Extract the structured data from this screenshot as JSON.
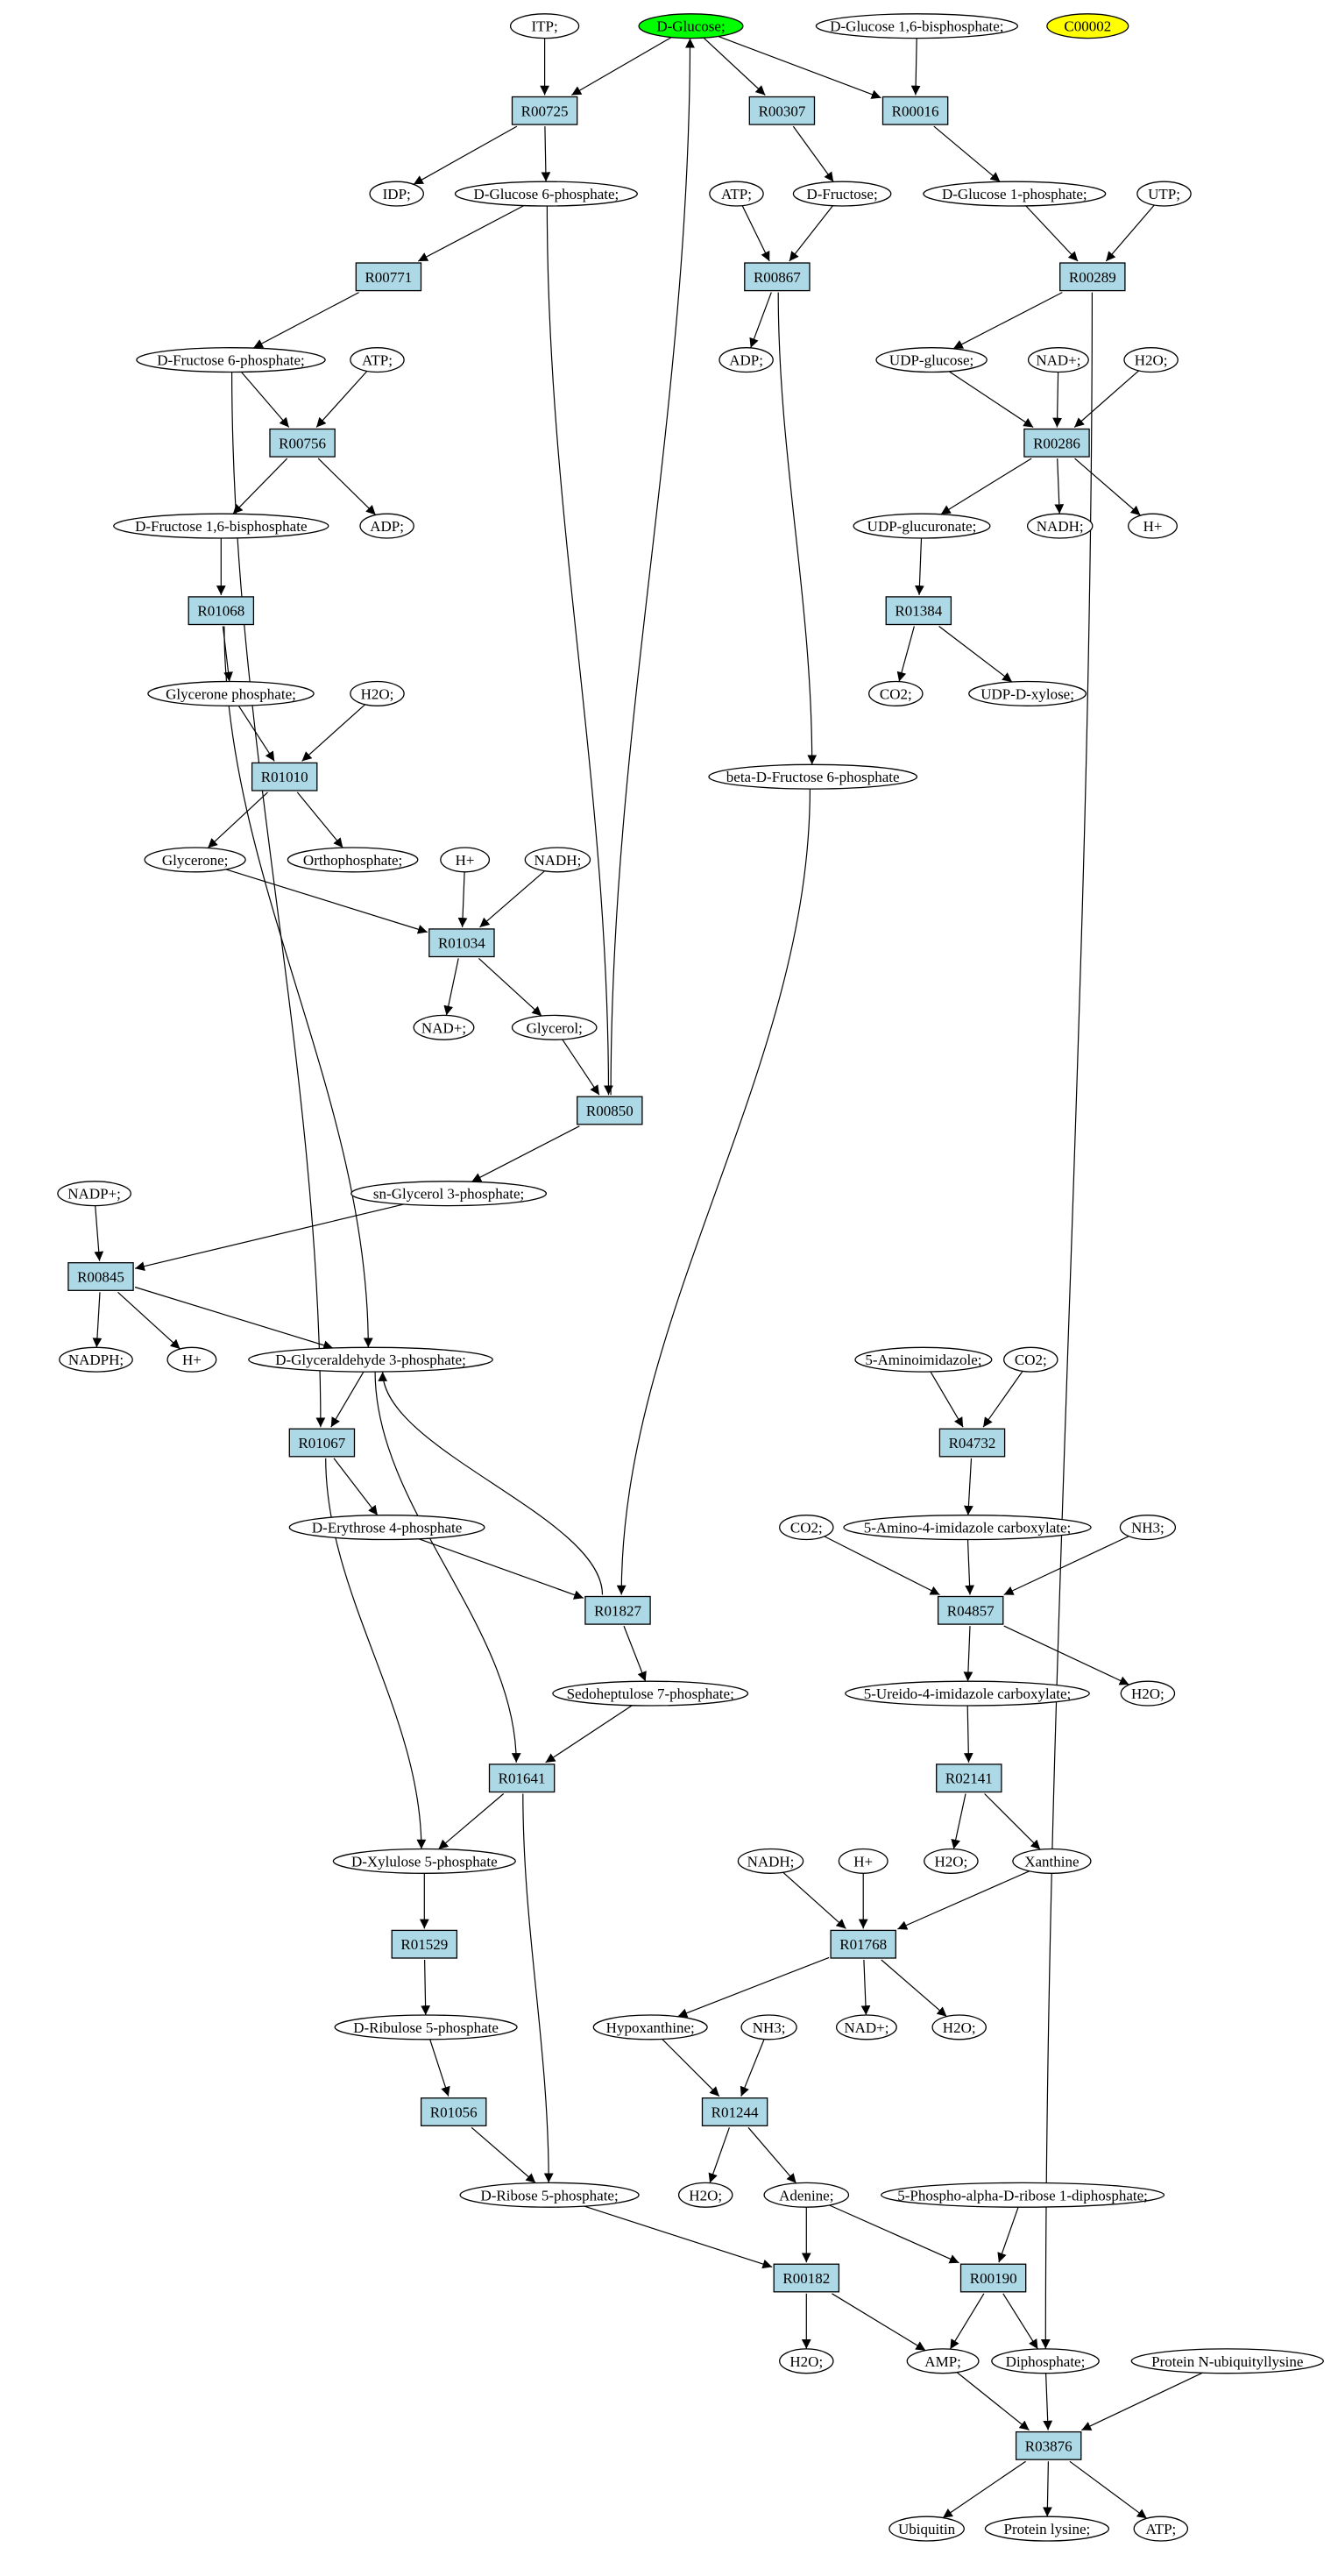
{
  "graph": {
    "colors": {
      "reaction_fill": "#add8e6",
      "compound_fill": "#ffffff",
      "start_fill": "#00ff00",
      "highlight_fill": "#ffff00",
      "stroke": "#000000"
    },
    "nodes": [
      {
        "id": "c_itp",
        "label": "ITP;",
        "kind": "compound"
      },
      {
        "id": "c_glucose",
        "label": "D-Glucose;",
        "kind": "start"
      },
      {
        "id": "c_g16bp",
        "label": "D-Glucose 1,6-bisphosphate;",
        "kind": "compound"
      },
      {
        "id": "c_c00002",
        "label": "C00002",
        "kind": "highlight"
      },
      {
        "id": "r_R00725",
        "label": "R00725",
        "kind": "reaction"
      },
      {
        "id": "r_R00307",
        "label": "R00307",
        "kind": "reaction"
      },
      {
        "id": "r_R00016",
        "label": "R00016",
        "kind": "reaction"
      },
      {
        "id": "c_idp",
        "label": "IDP;",
        "kind": "compound"
      },
      {
        "id": "c_g6p",
        "label": "D-Glucose 6-phosphate;",
        "kind": "compound"
      },
      {
        "id": "c_atp1",
        "label": "ATP;",
        "kind": "compound"
      },
      {
        "id": "c_fructose",
        "label": "D-Fructose;",
        "kind": "compound"
      },
      {
        "id": "c_g1p",
        "label": "D-Glucose 1-phosphate;",
        "kind": "compound"
      },
      {
        "id": "c_utp",
        "label": "UTP;",
        "kind": "compound"
      },
      {
        "id": "r_R00771",
        "label": "R00771",
        "kind": "reaction"
      },
      {
        "id": "r_R00867",
        "label": "R00867",
        "kind": "reaction"
      },
      {
        "id": "r_R00289",
        "label": "R00289",
        "kind": "reaction"
      },
      {
        "id": "c_f6p",
        "label": "D-Fructose 6-phosphate;",
        "kind": "compound"
      },
      {
        "id": "c_atp2",
        "label": "ATP;",
        "kind": "compound"
      },
      {
        "id": "c_adp1",
        "label": "ADP;",
        "kind": "compound"
      },
      {
        "id": "c_udpglc",
        "label": "UDP-glucose;",
        "kind": "compound"
      },
      {
        "id": "c_nad1",
        "label": "NAD+;",
        "kind": "compound"
      },
      {
        "id": "c_h2o1",
        "label": "H2O;",
        "kind": "compound"
      },
      {
        "id": "r_R00756",
        "label": "R00756",
        "kind": "reaction"
      },
      {
        "id": "r_R00286",
        "label": "R00286",
        "kind": "reaction"
      },
      {
        "id": "c_f16bp",
        "label": "D-Fructose 1,6-bisphosphate",
        "kind": "compound"
      },
      {
        "id": "c_adp2",
        "label": "ADP;",
        "kind": "compound"
      },
      {
        "id": "c_udpglcur",
        "label": "UDP-glucuronate;",
        "kind": "compound"
      },
      {
        "id": "c_nadh1",
        "label": "NADH;",
        "kind": "compound"
      },
      {
        "id": "c_h1",
        "label": "H+",
        "kind": "compound"
      },
      {
        "id": "r_R01068",
        "label": "R01068",
        "kind": "reaction"
      },
      {
        "id": "r_R01384",
        "label": "R01384",
        "kind": "reaction"
      },
      {
        "id": "c_gp",
        "label": "Glycerone phosphate;",
        "kind": "compound"
      },
      {
        "id": "c_h2o2",
        "label": "H2O;",
        "kind": "compound"
      },
      {
        "id": "c_co2a",
        "label": "CO2;",
        "kind": "compound"
      },
      {
        "id": "c_udpxyl",
        "label": "UDP-D-xylose;",
        "kind": "compound"
      },
      {
        "id": "r_R01010",
        "label": "R01010",
        "kind": "reaction"
      },
      {
        "id": "c_bf6p",
        "label": "beta-D-Fructose 6-phosphate",
        "kind": "compound"
      },
      {
        "id": "c_glycerone",
        "label": "Glycerone;",
        "kind": "compound"
      },
      {
        "id": "c_ortho",
        "label": "Orthophosphate;",
        "kind": "compound"
      },
      {
        "id": "c_h2",
        "label": "H+",
        "kind": "compound"
      },
      {
        "id": "c_nadh2",
        "label": "NADH;",
        "kind": "compound"
      },
      {
        "id": "r_R01034",
        "label": "R01034",
        "kind": "reaction"
      },
      {
        "id": "c_nad2",
        "label": "NAD+;",
        "kind": "compound"
      },
      {
        "id": "c_glycerol",
        "label": "Glycerol;",
        "kind": "compound"
      },
      {
        "id": "r_R00850",
        "label": "R00850",
        "kind": "reaction"
      },
      {
        "id": "c_nadp",
        "label": "NADP+;",
        "kind": "compound"
      },
      {
        "id": "c_sng3p",
        "label": "sn-Glycerol 3-phosphate;",
        "kind": "compound"
      },
      {
        "id": "r_R00845",
        "label": "R00845",
        "kind": "reaction"
      },
      {
        "id": "c_nadph",
        "label": "NADPH;",
        "kind": "compound"
      },
      {
        "id": "c_h3",
        "label": "H+",
        "kind": "compound"
      },
      {
        "id": "c_ga3p",
        "label": "D-Glyceraldehyde 3-phosphate;",
        "kind": "compound"
      },
      {
        "id": "c_5ai",
        "label": "5-Aminoimidazole;",
        "kind": "compound"
      },
      {
        "id": "c_co2b",
        "label": "CO2;",
        "kind": "compound"
      },
      {
        "id": "r_R01067",
        "label": "R01067",
        "kind": "reaction"
      },
      {
        "id": "r_R04732",
        "label": "R04732",
        "kind": "reaction"
      },
      {
        "id": "c_e4p",
        "label": "D-Erythrose 4-phosphate",
        "kind": "compound"
      },
      {
        "id": "c_co2c",
        "label": "CO2;",
        "kind": "compound"
      },
      {
        "id": "c_5a4ic",
        "label": "5-Amino-4-imidazole carboxylate;",
        "kind": "compound"
      },
      {
        "id": "c_nh3a",
        "label": "NH3;",
        "kind": "compound"
      },
      {
        "id": "r_R01827",
        "label": "R01827",
        "kind": "reaction"
      },
      {
        "id": "r_R04857",
        "label": "R04857",
        "kind": "reaction"
      },
      {
        "id": "c_s7p",
        "label": "Sedoheptulose 7-phosphate;",
        "kind": "compound"
      },
      {
        "id": "c_5u4ic",
        "label": "5-Ureido-4-imidazole carboxylate;",
        "kind": "compound"
      },
      {
        "id": "c_h2o3",
        "label": "H2O;",
        "kind": "compound"
      },
      {
        "id": "r_R01641",
        "label": "R01641",
        "kind": "reaction"
      },
      {
        "id": "r_R02141",
        "label": "R02141",
        "kind": "reaction"
      },
      {
        "id": "c_x5p",
        "label": "D-Xylulose 5-phosphate",
        "kind": "compound"
      },
      {
        "id": "c_nadh3",
        "label": "NADH;",
        "kind": "compound"
      },
      {
        "id": "c_h4",
        "label": "H+",
        "kind": "compound"
      },
      {
        "id": "c_h2o4",
        "label": "H2O;",
        "kind": "compound"
      },
      {
        "id": "c_xanthine",
        "label": "Xanthine",
        "kind": "compound"
      },
      {
        "id": "r_R01529",
        "label": "R01529",
        "kind": "reaction"
      },
      {
        "id": "r_R01768",
        "label": "R01768",
        "kind": "reaction"
      },
      {
        "id": "c_ru5p",
        "label": "D-Ribulose 5-phosphate",
        "kind": "compound"
      },
      {
        "id": "c_hypox",
        "label": "Hypoxanthine;",
        "kind": "compound"
      },
      {
        "id": "c_nh3b",
        "label": "NH3;",
        "kind": "compound"
      },
      {
        "id": "c_nad3",
        "label": "NAD+;",
        "kind": "compound"
      },
      {
        "id": "c_h2o5",
        "label": "H2O;",
        "kind": "compound"
      },
      {
        "id": "r_R01056",
        "label": "R01056",
        "kind": "reaction"
      },
      {
        "id": "r_R01244",
        "label": "R01244",
        "kind": "reaction"
      },
      {
        "id": "c_r5p",
        "label": "D-Ribose 5-phosphate;",
        "kind": "compound"
      },
      {
        "id": "c_h2o6",
        "label": "H2O;",
        "kind": "compound"
      },
      {
        "id": "c_adenine",
        "label": "Adenine;",
        "kind": "compound"
      },
      {
        "id": "c_prpp",
        "label": "5-Phospho-alpha-D-ribose 1-diphosphate;",
        "kind": "compound"
      },
      {
        "id": "r_R00182",
        "label": "R00182",
        "kind": "reaction"
      },
      {
        "id": "r_R00190",
        "label": "R00190",
        "kind": "reaction"
      },
      {
        "id": "c_h2o7",
        "label": "H2O;",
        "kind": "compound"
      },
      {
        "id": "c_amp",
        "label": "AMP;",
        "kind": "compound"
      },
      {
        "id": "c_ppi",
        "label": "Diphosphate;",
        "kind": "compound"
      },
      {
        "id": "c_pnul",
        "label": "Protein N-ubiquityllysine",
        "kind": "compound"
      },
      {
        "id": "r_R03876",
        "label": "R03876",
        "kind": "reaction"
      },
      {
        "id": "c_ubiq",
        "label": "Ubiquitin",
        "kind": "compound"
      },
      {
        "id": "c_plys",
        "label": "Protein lysine;",
        "kind": "compound"
      },
      {
        "id": "c_atp3",
        "label": "ATP;",
        "kind": "compound"
      }
    ],
    "edges": [
      [
        "c_itp",
        "r_R00725"
      ],
      [
        "c_glucose",
        "r_R00725"
      ],
      [
        "c_glucose",
        "r_R00307"
      ],
      [
        "c_glucose",
        "r_R00016"
      ],
      [
        "c_g16bp",
        "r_R00016"
      ],
      [
        "r_R00725",
        "c_idp"
      ],
      [
        "r_R00725",
        "c_g6p"
      ],
      [
        "r_R00307",
        "c_fructose"
      ],
      [
        "r_R00016",
        "c_g1p"
      ],
      [
        "c_g6p",
        "r_R00771"
      ],
      [
        "c_g6p",
        "r_R00850"
      ],
      [
        "c_atp1",
        "r_R00867"
      ],
      [
        "c_fructose",
        "r_R00867"
      ],
      [
        "c_g1p",
        "r_R00289"
      ],
      [
        "c_utp",
        "r_R00289"
      ],
      [
        "r_R00771",
        "c_f6p"
      ],
      [
        "r_R00867",
        "c_adp1"
      ],
      [
        "r_R00867",
        "c_bf6p"
      ],
      [
        "r_R00289",
        "c_udpglc"
      ],
      [
        "r_R00289",
        "c_ppi"
      ],
      [
        "c_f6p",
        "r_R00756"
      ],
      [
        "c_f6p",
        "r_R01067"
      ],
      [
        "c_atp2",
        "r_R00756"
      ],
      [
        "c_udpglc",
        "r_R00286"
      ],
      [
        "c_nad1",
        "r_R00286"
      ],
      [
        "c_h2o1",
        "r_R00286"
      ],
      [
        "r_R00756",
        "c_f16bp"
      ],
      [
        "r_R00756",
        "c_adp2"
      ],
      [
        "r_R00286",
        "c_udpglcur"
      ],
      [
        "r_R00286",
        "c_nadh1"
      ],
      [
        "r_R00286",
        "c_h1"
      ],
      [
        "c_f16bp",
        "r_R01068"
      ],
      [
        "c_udpglcur",
        "r_R01384"
      ],
      [
        "r_R01068",
        "c_gp"
      ],
      [
        "r_R01068",
        "c_ga3p"
      ],
      [
        "r_R01384",
        "c_co2a"
      ],
      [
        "r_R01384",
        "c_udpxyl"
      ],
      [
        "c_gp",
        "r_R01010"
      ],
      [
        "c_h2o2",
        "r_R01010"
      ],
      [
        "r_R01010",
        "c_glycerone"
      ],
      [
        "r_R01010",
        "c_ortho"
      ],
      [
        "c_glycerone",
        "r_R01034"
      ],
      [
        "c_h2",
        "r_R01034"
      ],
      [
        "c_nadh2",
        "r_R01034"
      ],
      [
        "r_R01034",
        "c_nad2"
      ],
      [
        "r_R01034",
        "c_glycerol"
      ],
      [
        "c_glycerol",
        "r_R00850"
      ],
      [
        "r_R00850",
        "c_glucose"
      ],
      [
        "r_R00850",
        "c_sng3p"
      ],
      [
        "c_sng3p",
        "r_R00845"
      ],
      [
        "c_nadp",
        "r_R00845"
      ],
      [
        "r_R00845",
        "c_nadph"
      ],
      [
        "r_R00845",
        "c_h3"
      ],
      [
        "r_R00845",
        "c_ga3p"
      ],
      [
        "c_ga3p",
        "r_R01067"
      ],
      [
        "c_ga3p",
        "r_R01641"
      ],
      [
        "c_5ai",
        "r_R04732"
      ],
      [
        "c_co2b",
        "r_R04732"
      ],
      [
        "r_R01067",
        "c_e4p"
      ],
      [
        "r_R01067",
        "c_x5p"
      ],
      [
        "r_R04732",
        "c_5a4ic"
      ],
      [
        "c_e4p",
        "r_R01827"
      ],
      [
        "c_bf6p",
        "r_R01827"
      ],
      [
        "c_co2c",
        "r_R04857"
      ],
      [
        "c_5a4ic",
        "r_R04857"
      ],
      [
        "c_nh3a",
        "r_R04857"
      ],
      [
        "r_R01827",
        "c_ga3p"
      ],
      [
        "r_R01827",
        "c_s7p"
      ],
      [
        "r_R04857",
        "c_5u4ic"
      ],
      [
        "r_R04857",
        "c_h2o3"
      ],
      [
        "c_s7p",
        "r_R01641"
      ],
      [
        "c_5u4ic",
        "r_R02141"
      ],
      [
        "r_R01641",
        "c_x5p"
      ],
      [
        "r_R01641",
        "c_r5p"
      ],
      [
        "r_R02141",
        "c_h2o4"
      ],
      [
        "r_R02141",
        "c_xanthine"
      ],
      [
        "c_x5p",
        "r_R01529"
      ],
      [
        "c_nadh3",
        "r_R01768"
      ],
      [
        "c_h4",
        "r_R01768"
      ],
      [
        "c_xanthine",
        "r_R01768"
      ],
      [
        "r_R01529",
        "c_ru5p"
      ],
      [
        "r_R01768",
        "c_hypox"
      ],
      [
        "r_R01768",
        "c_nad3"
      ],
      [
        "r_R01768",
        "c_h2o5"
      ],
      [
        "c_ru5p",
        "r_R01056"
      ],
      [
        "c_hypox",
        "r_R01244"
      ],
      [
        "c_nh3b",
        "r_R01244"
      ],
      [
        "r_R01056",
        "c_r5p"
      ],
      [
        "r_R01244",
        "c_h2o6"
      ],
      [
        "r_R01244",
        "c_adenine"
      ],
      [
        "c_r5p",
        "r_R00182"
      ],
      [
        "c_adenine",
        "r_R00182"
      ],
      [
        "c_adenine",
        "r_R00190"
      ],
      [
        "c_prpp",
        "r_R00190"
      ],
      [
        "r_R00182",
        "c_h2o7"
      ],
      [
        "r_R00182",
        "c_amp"
      ],
      [
        "r_R00190",
        "c_amp"
      ],
      [
        "r_R00190",
        "c_ppi"
      ],
      [
        "c_amp",
        "r_R03876"
      ],
      [
        "c_ppi",
        "r_R03876"
      ],
      [
        "c_pnul",
        "r_R03876"
      ],
      [
        "r_R03876",
        "c_ubiq"
      ],
      [
        "r_R03876",
        "c_plys"
      ],
      [
        "r_R03876",
        "c_atp3"
      ]
    ]
  }
}
